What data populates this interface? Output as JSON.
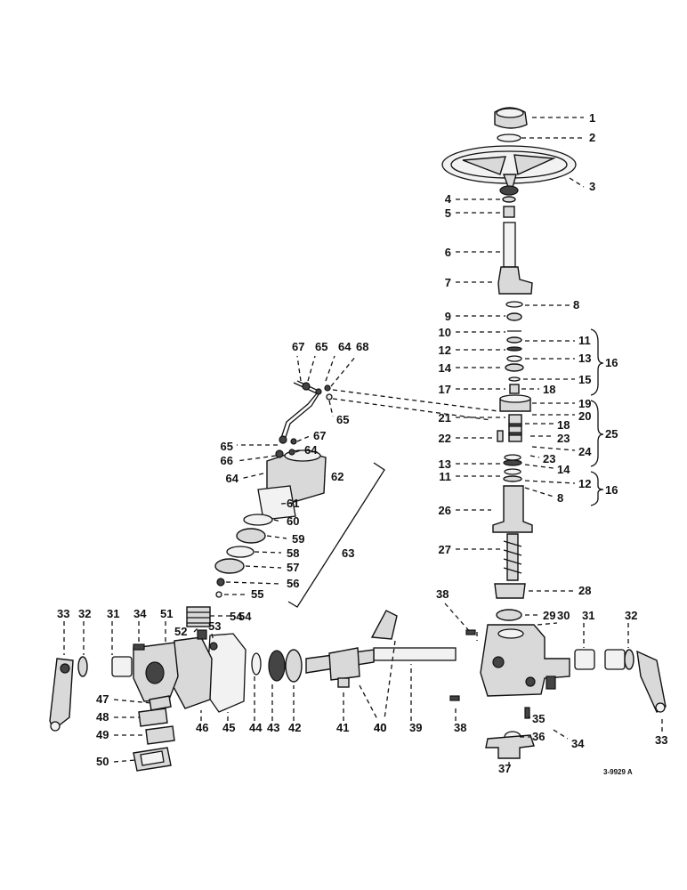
{
  "labels": [
    "1",
    "2",
    "3",
    "4",
    "5",
    "6",
    "7",
    "8",
    "9",
    "10",
    "11",
    "12",
    "13",
    "14",
    "15",
    "16",
    "17",
    "18",
    "19",
    "20",
    "21",
    "22",
    "23",
    "24",
    "25",
    "26",
    "27",
    "28",
    "29",
    "30",
    "31",
    "32",
    "33",
    "34",
    "35",
    "36",
    "37",
    "38",
    "39",
    "40",
    "41",
    "42",
    "43",
    "44",
    "45",
    "46",
    "47",
    "48",
    "49",
    "50",
    "51",
    "52",
    "53",
    "54",
    "55",
    "56",
    "57",
    "58",
    "59",
    "60",
    "61",
    "62",
    "63",
    "64",
    "65",
    "66",
    "67",
    "68"
  ],
  "drawing_code": "3-9929 A"
}
